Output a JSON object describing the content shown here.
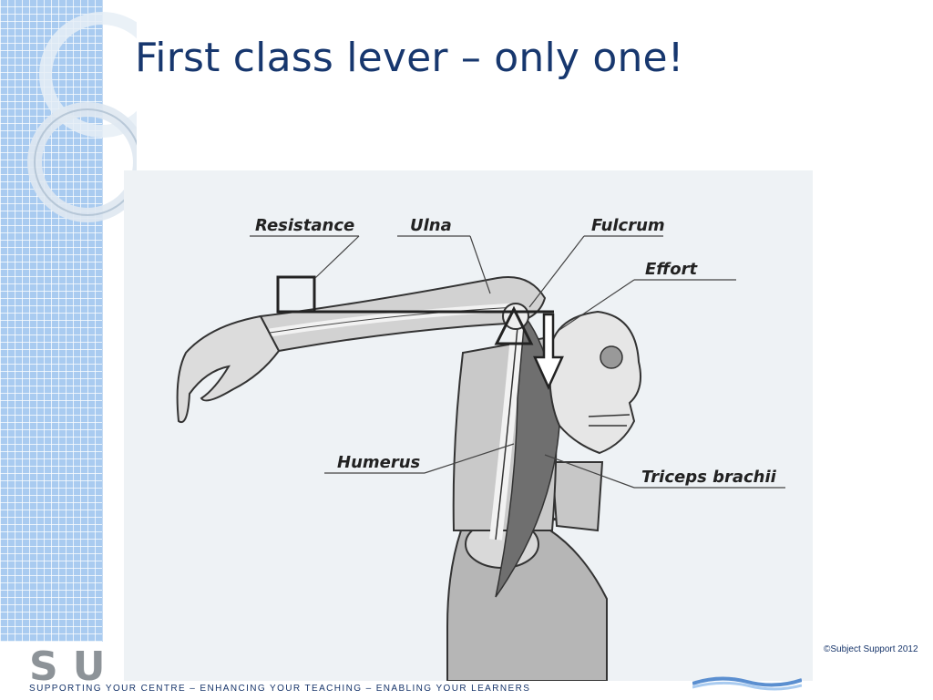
{
  "slide": {
    "title": "First class lever – only one!",
    "copyright": "©Subject Support 2012"
  },
  "figure": {
    "labels": {
      "resistance": "Resistance",
      "ulna": "Ulna",
      "fulcrum": "Fulcrum",
      "effort": "Effort",
      "humerus": "Humerus",
      "triceps": "Triceps brachii"
    }
  },
  "footer": {
    "logo": "SU",
    "tagline": "SUPPORTING YOUR CENTRE – ENHANCING YOUR TEACHING – ENABLING YOUR LEARNERS"
  },
  "colors": {
    "title": "#17376e",
    "sidebar": "#a9cbf0",
    "figure_bg": "#eef2f5",
    "muscle": "#6f6f6f"
  }
}
